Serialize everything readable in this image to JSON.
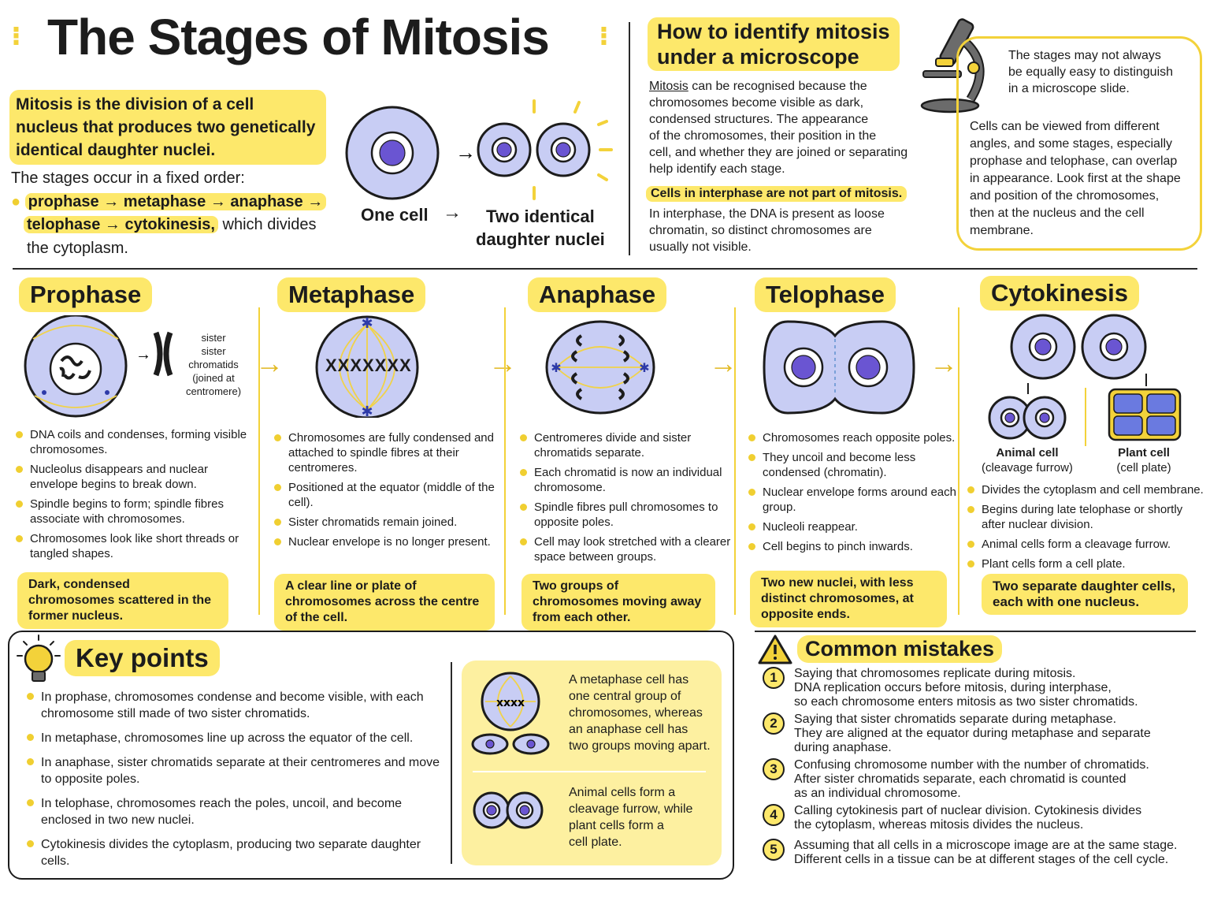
{
  "header": {
    "title": "The Stages of Mitosis",
    "definition": "Mitosis is the division of a cell nucleus that produces two genetically identical daughter nuclei.",
    "order_intro": "The stages occur in a fixed order:",
    "order_line1": "prophase → metaphase → anaphase →",
    "order_line2_hl": "telophase → cytokinesis,",
    "order_line2_rest": "which divides",
    "order_line3": "the cytoplasm.",
    "one_cell": "One cell",
    "arrow": "→",
    "two_nuclei_1": "Two identical",
    "two_nuclei_2": "daughter nuclei"
  },
  "microscope": {
    "title_line1": "How to identify mitosis",
    "title_line2": "under a microscope",
    "para1_word": "Mitosis",
    "para1_line1_rest": "can be recognised because the",
    "para1_lines": [
      "chromosomes become visible as dark,",
      "condensed structures. The appearance",
      "of the chromosomes, their position in the",
      "cell, and whether they are joined or separating",
      "help identify each stage."
    ],
    "interphase_hl": "Cells in interphase are not part of mitosis.",
    "interphase_lines": [
      "In interphase, the DNA is present as loose",
      "chromatin, so distinct chromosomes are",
      "usually not visible."
    ],
    "note_head": [
      "The stages may not always",
      "be equally easy to distinguish",
      "in a microscope slide."
    ],
    "note_body": [
      "Cells can be viewed from different",
      "angles, and some stages, especially",
      "prophase and telophase, can overlap",
      "in appearance. Look first at the shape",
      "and position of the chromosomes,",
      "then at the nucleus and the cell",
      "membrane."
    ]
  },
  "stages": {
    "prophase": {
      "title": "Prophase",
      "label": [
        "sister",
        "sister chromatids",
        "(joined at",
        "centromere)"
      ],
      "bullets": [
        "DNA coils and condenses, forming visible chromosomes.",
        "Nucleolus disappears and nuclear envelope begins to break down.",
        "Spindle begins to form; spindle fibres associate with chromosomes.",
        "Chromosomes look like short threads or tangled shapes."
      ],
      "summary": "Dark, condensed chromosomes scattered in the former nucleus."
    },
    "metaphase": {
      "title": "Metaphase",
      "chrom_row": "XXXXXXX",
      "bullets": [
        "Chromosomes are fully condensed and attached to spindle fibres at their centromeres.",
        "Positioned at the equator (middle of the cell).",
        "Sister chromatids remain joined.",
        "Nuclear envelope is no longer present."
      ],
      "summary": "A clear line or plate of chromosomes across the centre of the cell."
    },
    "anaphase": {
      "title": "Anaphase",
      "bullets": [
        "Centromeres divide and sister chromatids separate.",
        "Each chromatid is now an individual chromosome.",
        "Spindle fibres pull chromosomes to opposite poles.",
        "Cell may look stretched with a clearer space between groups."
      ],
      "summary": "Two groups of chromosomes moving away from each other."
    },
    "telophase": {
      "title": "Telophase",
      "bullets": [
        "Chromosomes reach opposite poles.",
        "They uncoil and become less condensed (chromatin).",
        "Nuclear envelope forms around each group.",
        "Nucleoli reappear.",
        "Cell begins to pinch inwards."
      ],
      "summary": "Two new nuclei, with less distinct chromosomes, at opposite ends."
    },
    "cytokinesis": {
      "title": "Cytokinesis",
      "animal": [
        "Animal cell",
        "(cleavage furrow)"
      ],
      "plant": [
        "Plant cell",
        "(cell plate)"
      ],
      "bullets": [
        "Divides the cytoplasm and cell membrane.",
        "Begins during late telophase or shortly after nuclear division.",
        "Animal cells form a cleavage furrow.",
        "Plant cells form a cell plate."
      ],
      "summary": "Two separate daughter cells, each with one nucleus."
    },
    "arrow": "→"
  },
  "key_points": {
    "title": "Key points",
    "items": [
      "In prophase, chromosomes condense and become visible, with each chromosome still made of two sister chromatids.",
      "In metaphase, chromosomes line up across the equator of the cell.",
      "In anaphase, sister chromatids separate at their centromeres and move to opposite poles.",
      "In telophase, chromosomes reach the poles, uncoil, and become enclosed in two new nuclei.",
      "Cytokinesis divides the cytoplasm, producing two separate daughter cells."
    ],
    "compare1": [
      "A metaphase cell has",
      "one central group of",
      "chromosomes, whereas",
      "an anaphase cell has",
      "two groups moving apart."
    ],
    "compare2": [
      "Animal cells form a",
      "cleavage furrow, while",
      "plant cells form a",
      "cell plate."
    ]
  },
  "mistakes": {
    "title": "Common mistakes",
    "items": [
      {
        "n": "1",
        "a": "Saying that chromosomes replicate during mitosis.",
        "b": "DNA replication occurs before mitosis, during interphase,",
        "c": "so each chromosome enters mitosis as two sister chromatids."
      },
      {
        "n": "2",
        "a": "Saying that sister chromatids separate during metaphase.",
        "b": "They are aligned at the equator during metaphase and separate",
        "c": "during anaphase."
      },
      {
        "n": "3",
        "a": "Confusing chromosome number with the number of chromatids.",
        "b": "After sister chromatids separate, each chromatid is counted",
        "c": "as an individual chromosome."
      },
      {
        "n": "4",
        "a": "Calling cytokinesis part of nuclear division. Cytokinesis divides",
        "b": "the cytoplasm, whereas mitosis divides the nucleus.",
        "c": ""
      },
      {
        "n": "5",
        "a": "Assuming that all cells in a microscope image are at the same stage.",
        "b": "Different cells in a tissue can be at different stages of the cell cycle.",
        "c": ""
      }
    ]
  },
  "colors": {
    "accent": "#fde86b",
    "cell": "#c8cdf4",
    "chromosome": "#6a55d2"
  },
  "icons": [
    "microscope-icon",
    "lightbulb-icon",
    "warning-icon"
  ]
}
